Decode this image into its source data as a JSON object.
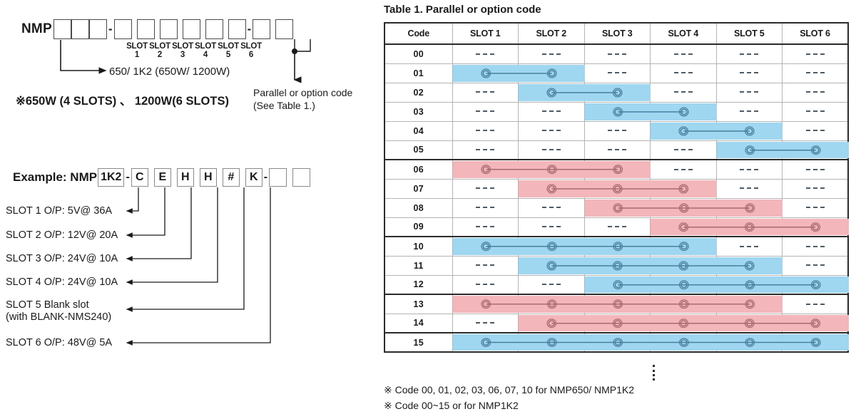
{
  "left": {
    "model_prefix": "NMP",
    "dash": "-",
    "slot_captions": [
      "SLOT 1",
      "SLOT 2",
      "SLOT 3",
      "SLOT 4",
      "SLOT 5",
      "SLOT 6"
    ],
    "wattage_note": "650/ 1K2 (650W/ 1200W)",
    "slots_note": "※650W (4 SLOTS) 、 1200W(6 SLOTS)",
    "parallel_note_line1": "Parallel or option code",
    "parallel_note_line2": "(See Table 1.)",
    "example_label": "Example: NMP",
    "example_model": "1K2",
    "example_codes": [
      "C",
      "E",
      "H",
      "H",
      "#",
      "K"
    ],
    "slot_descriptions": [
      "SLOT 1  O/P: 5V@ 36A",
      "SLOT 2  O/P: 12V@ 20A",
      "SLOT 3  O/P: 24V@ 10A",
      "SLOT 4  O/P: 24V@ 10A",
      "SLOT 5  Blank slot",
      "(with BLANK-NMS240)",
      "SLOT 6  O/P: 48V@ 5A"
    ]
  },
  "table": {
    "title": "Table 1. Parallel or option code",
    "columns": [
      "Code",
      "SLOT 1",
      "SLOT 2",
      "SLOT 3",
      "SLOT 4",
      "SLOT 5",
      "SLOT 6"
    ],
    "colors": {
      "blue": "#9fd6f0",
      "pink": "#f3b6ba",
      "link_blue": "#4a7f9e",
      "link_pink": "#a96a70"
    },
    "rows": [
      {
        "code": "00",
        "color": "none",
        "start": 0,
        "span": 0,
        "thick_bottom": false
      },
      {
        "code": "01",
        "color": "blue",
        "start": 1,
        "span": 2,
        "thick_bottom": false
      },
      {
        "code": "02",
        "color": "blue",
        "start": 2,
        "span": 2,
        "thick_bottom": false
      },
      {
        "code": "03",
        "color": "blue",
        "start": 3,
        "span": 2,
        "thick_bottom": false
      },
      {
        "code": "04",
        "color": "blue",
        "start": 4,
        "span": 2,
        "thick_bottom": false
      },
      {
        "code": "05",
        "color": "blue",
        "start": 5,
        "span": 2,
        "thick_bottom": true
      },
      {
        "code": "06",
        "color": "pink",
        "start": 1,
        "span": 3,
        "thick_bottom": false
      },
      {
        "code": "07",
        "color": "pink",
        "start": 2,
        "span": 3,
        "thick_bottom": false
      },
      {
        "code": "08",
        "color": "pink",
        "start": 3,
        "span": 3,
        "thick_bottom": false
      },
      {
        "code": "09",
        "color": "pink",
        "start": 4,
        "span": 3,
        "thick_bottom": true
      },
      {
        "code": "10",
        "color": "blue",
        "start": 1,
        "span": 4,
        "thick_bottom": false
      },
      {
        "code": "11",
        "color": "blue",
        "start": 2,
        "span": 4,
        "thick_bottom": false
      },
      {
        "code": "12",
        "color": "blue",
        "start": 3,
        "span": 4,
        "thick_bottom": true
      },
      {
        "code": "13",
        "color": "pink",
        "start": 1,
        "span": 5,
        "thick_bottom": false
      },
      {
        "code": "14",
        "color": "pink",
        "start": 2,
        "span": 5,
        "thick_bottom": true
      },
      {
        "code": "15",
        "color": "blue",
        "start": 1,
        "span": 6,
        "thick_bottom": false
      }
    ],
    "empty_mark": "-----",
    "footnotes": [
      "※  Code 00, 01, 02, 03, 06, 07, 10 for NMP650/ NMP1K2",
      "※  Code 00~15 or for NMP1K2"
    ]
  }
}
